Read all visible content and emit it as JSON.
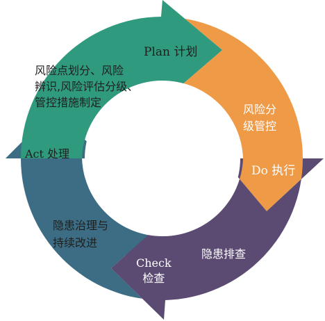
{
  "diagram": {
    "type": "pdca-cycle",
    "colors": {
      "plan": "#2f9a7e",
      "do": "#ee9a46",
      "check": "#5b4a72",
      "act": "#3d6d84",
      "ring_center": "#ffffff"
    },
    "stages": {
      "plan": {
        "label": "Plan 计划",
        "note": "风险点划分、风险\n辨识,风险评估分级、\n管控措施制定"
      },
      "do": {
        "label": "Do 执行",
        "note": "风险分\n级管控"
      },
      "check": {
        "label": "Check\n检查",
        "note": "隐患排查"
      },
      "act": {
        "label": "Act 处理",
        "note": "隐患治理与\n持续改进"
      }
    }
  }
}
